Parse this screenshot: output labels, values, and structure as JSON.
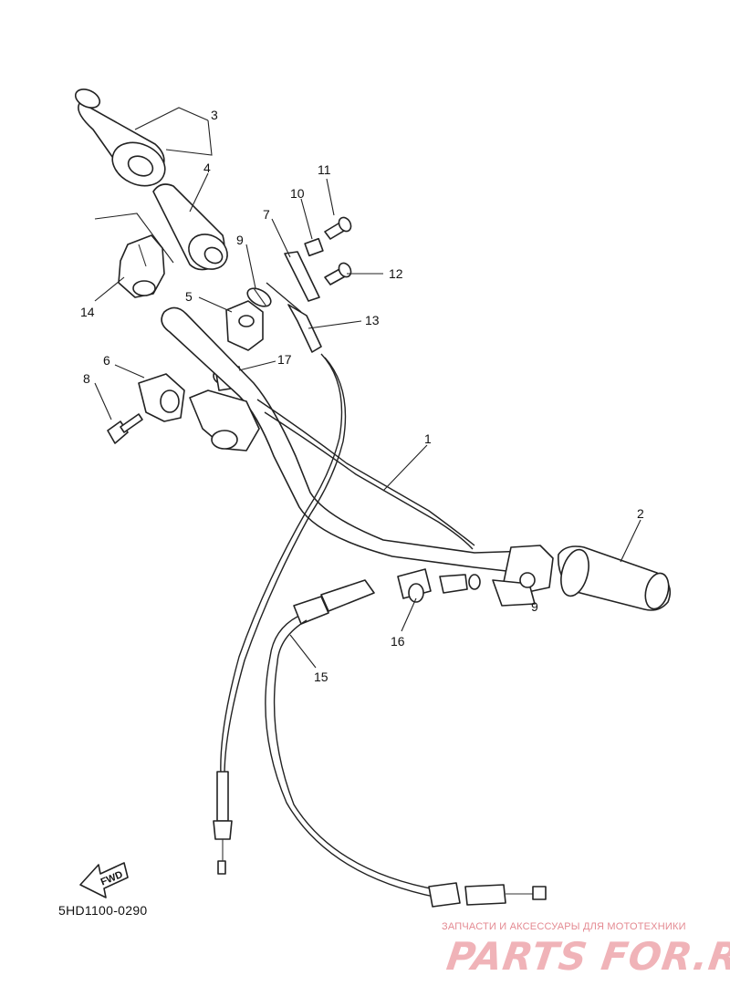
{
  "callouts": {
    "c1": "1",
    "c2": "2",
    "c3": "3",
    "c4": "4",
    "c5": "5",
    "c6": "6",
    "c7": "7",
    "c8": "8",
    "c9a": "9",
    "c9b": "9",
    "c10": "10",
    "c11": "11",
    "c12": "12",
    "c13": "13",
    "c14": "14",
    "c15": "15",
    "c16": "16",
    "c17": "17"
  },
  "fwd_label": "FWD",
  "diagram_code": "5HD1100-0290",
  "watermark": {
    "caption": "ЗАПЧАСТИ И АКСЕССУАРЫ ДЛЯ МОТОТЕХНИКИ",
    "logo": "PARTS FOR.RU"
  },
  "colors": {
    "line": "#222222",
    "watermark": "#f0b3b8",
    "background": "#ffffff"
  }
}
